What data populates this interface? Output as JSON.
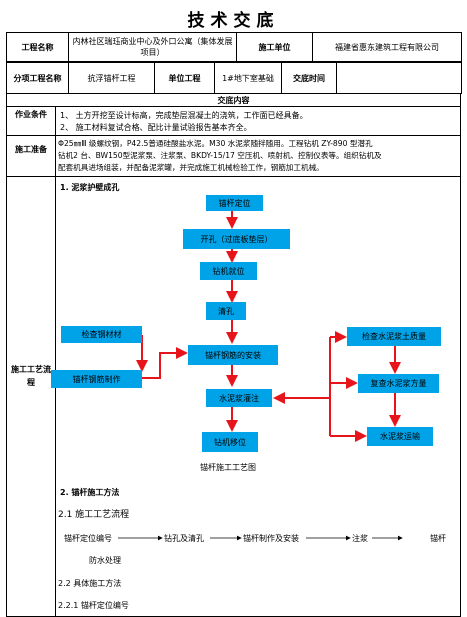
{
  "title": "技术交底",
  "header": {
    "project_name_label": "工程名称",
    "project_name_value": "内林社区瑞珏商业中心及外口公寓（集体发展项目）",
    "construction_unit_label": "施工单位",
    "construction_unit_value": "福建省惠东建筑工程有限公司",
    "subproject_label": "分项工程名称",
    "subproject_value": "抗浮锚杆工程",
    "unit_project_label": "单位工程",
    "unit_project_value": "1#地下室基础",
    "handover_time_label": "交底时间",
    "handover_time_value": ""
  },
  "content_heading": "交底内容",
  "conditions": {
    "label": "作业条件",
    "lines": [
      "1、 土方开挖至设计标高，完成垫层混凝土的浇筑，工作面已经具备。",
      "2、 施工材料复试合格、配比计量试验报告基本齐全。"
    ]
  },
  "preparation": {
    "label": "施工准备",
    "lines": [
      "Φ25㎜Ⅲ 级螺纹钢，P42.5普通硅酸盐水泥。M30 水泥浆随拌随用。工程钻机 ZY-890 型潜孔",
      "钻机2 台、BW150型泥浆泵、注浆泵、BKDY-15/17 空压机、喷射机、控制仪表等。组织钻机及",
      "配套机具进场组装，并配备泥浆罐，并完成施工机械检验工作，钢筋加工机械。"
    ]
  },
  "process": {
    "label": "施工工艺流程",
    "section1": "1. 泥浆护壁成孔",
    "nodes": {
      "anchor_position": "锚杆定位",
      "drilling": "开孔（过底板垫层）",
      "drill_in_place": "钻机就位",
      "clear_hole": "清孔",
      "check_steel": "检查钢材材",
      "make_steel": "锚杆钢筋制作",
      "install_steel": "锚杆钢筋的安装",
      "grout": "水泥浆灌注",
      "move_drill": "钻机移位",
      "check_cement": "检查水泥浆土质量",
      "recheck_cement": "复查水泥浆方量",
      "transport_cement": "水泥浆运输"
    },
    "figure_caption": "锚杆施工工艺图",
    "section2": "2. 锚杆施工方法",
    "sub21": "2.1  施工工艺流程",
    "flow_line": [
      "锚杆定位编号",
      "钻孔及清孔",
      "锚杆制作及安装",
      "注浆",
      "锚杆"
    ],
    "flow_line2": "防水处理",
    "sub22": "2.2  具体施工方法",
    "sub221": "2.2.1  锚杆定位编号"
  },
  "colors": {
    "node": "#00A3E8",
    "arrow": "#E8141B"
  }
}
